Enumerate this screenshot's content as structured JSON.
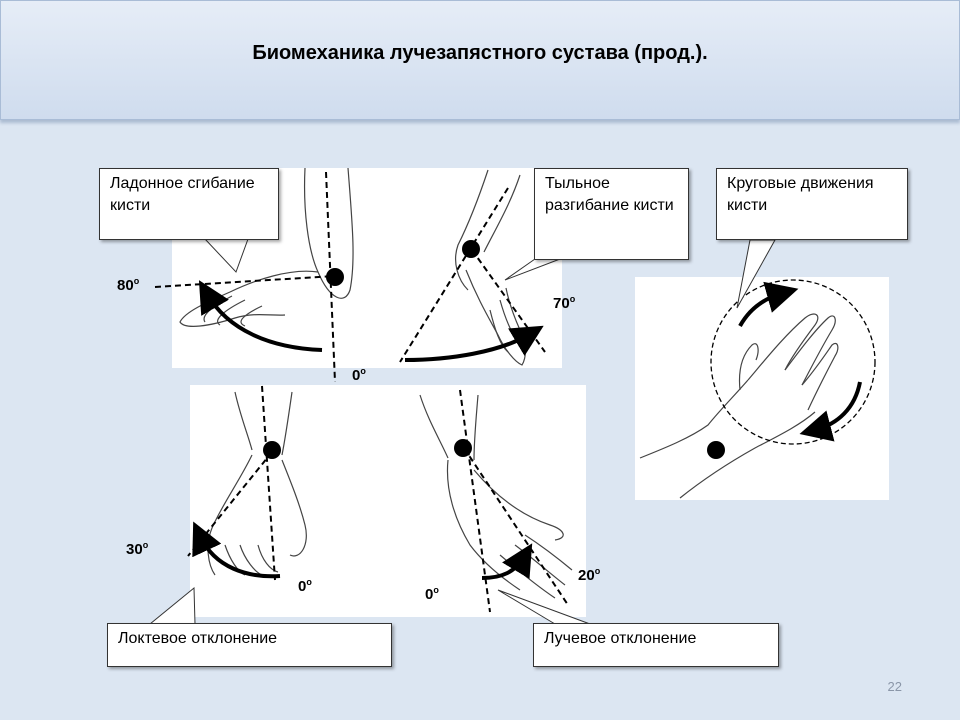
{
  "title": "Биомеханика лучезапястного сустава (прод.).",
  "page_number": "22",
  "callouts": {
    "palmar_flexion": "Ладонное сгибание кисти",
    "dorsal_extension": "Тыльное разгибание кисти",
    "circular": "Круговые движения кисти",
    "ulnar": "Локтевое отклонение",
    "radial": "Лучевое отклонение"
  },
  "angles": {
    "flexion": "80",
    "extension": "70",
    "zero_top": "0",
    "ulnar": "30",
    "ulnar_zero": "0",
    "radial_zero": "0",
    "radial": "20"
  },
  "colors": {
    "background": "#dce6f2",
    "line": "#000000"
  }
}
